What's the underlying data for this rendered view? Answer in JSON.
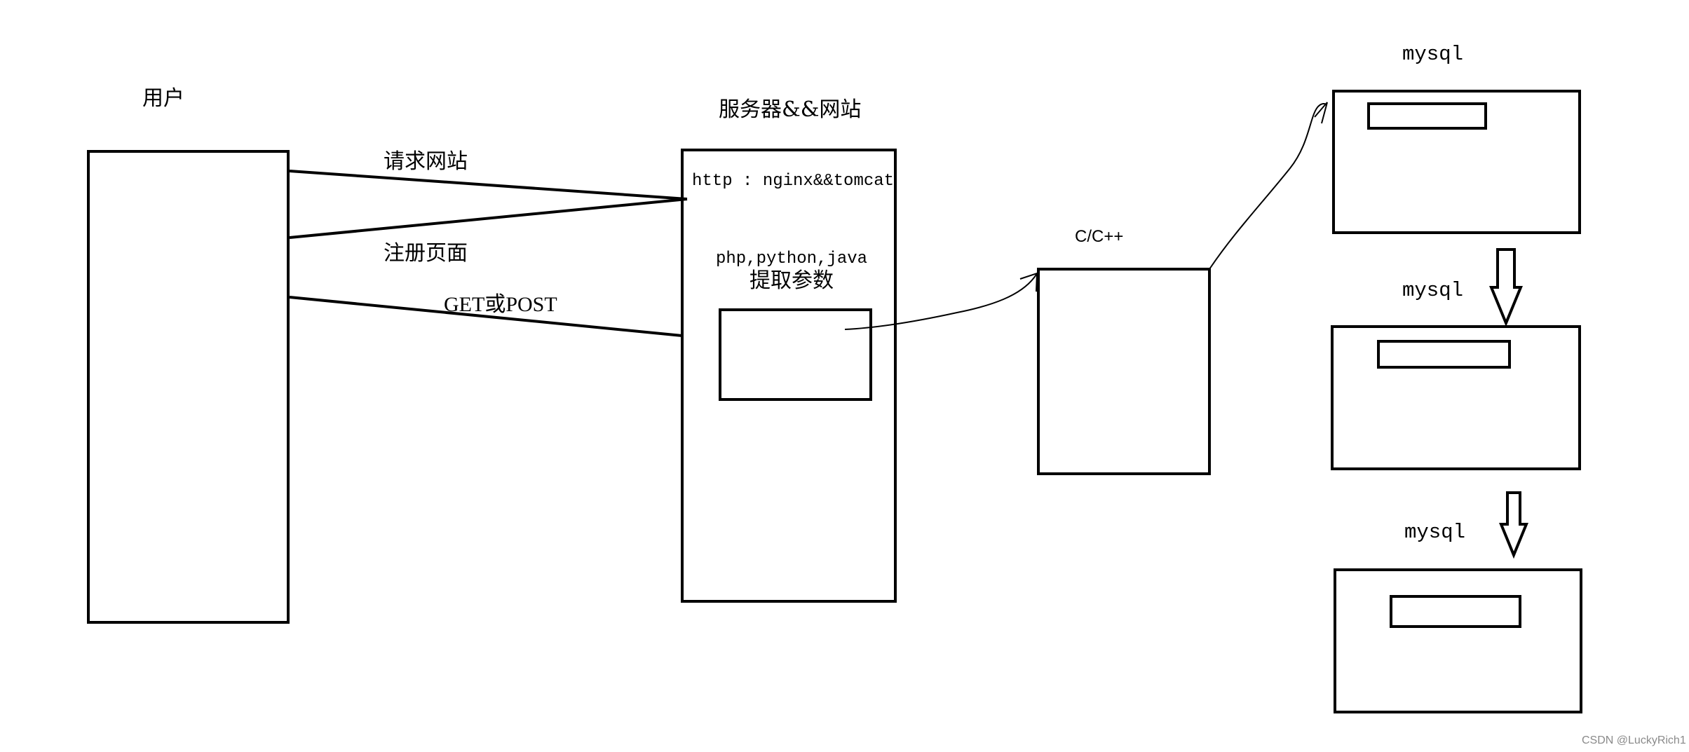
{
  "diagram": {
    "user_label": "用户",
    "server_label": "服务器&&网站",
    "request_label": "请求网站",
    "register_label": "注册页面",
    "method_label": "GET或POST",
    "http_label": "http : nginx&&tomcat",
    "langs_label": "php,python,java",
    "extract_label": "提取参数",
    "cpp_label": "C/C++",
    "mysql_labels": [
      "mysql",
      "mysql",
      "mysql"
    ]
  },
  "watermark": "CSDN @LuckyRich1",
  "colors": {
    "stroke": "#000000",
    "background": "#ffffff",
    "watermark": "#8a8a8a"
  }
}
